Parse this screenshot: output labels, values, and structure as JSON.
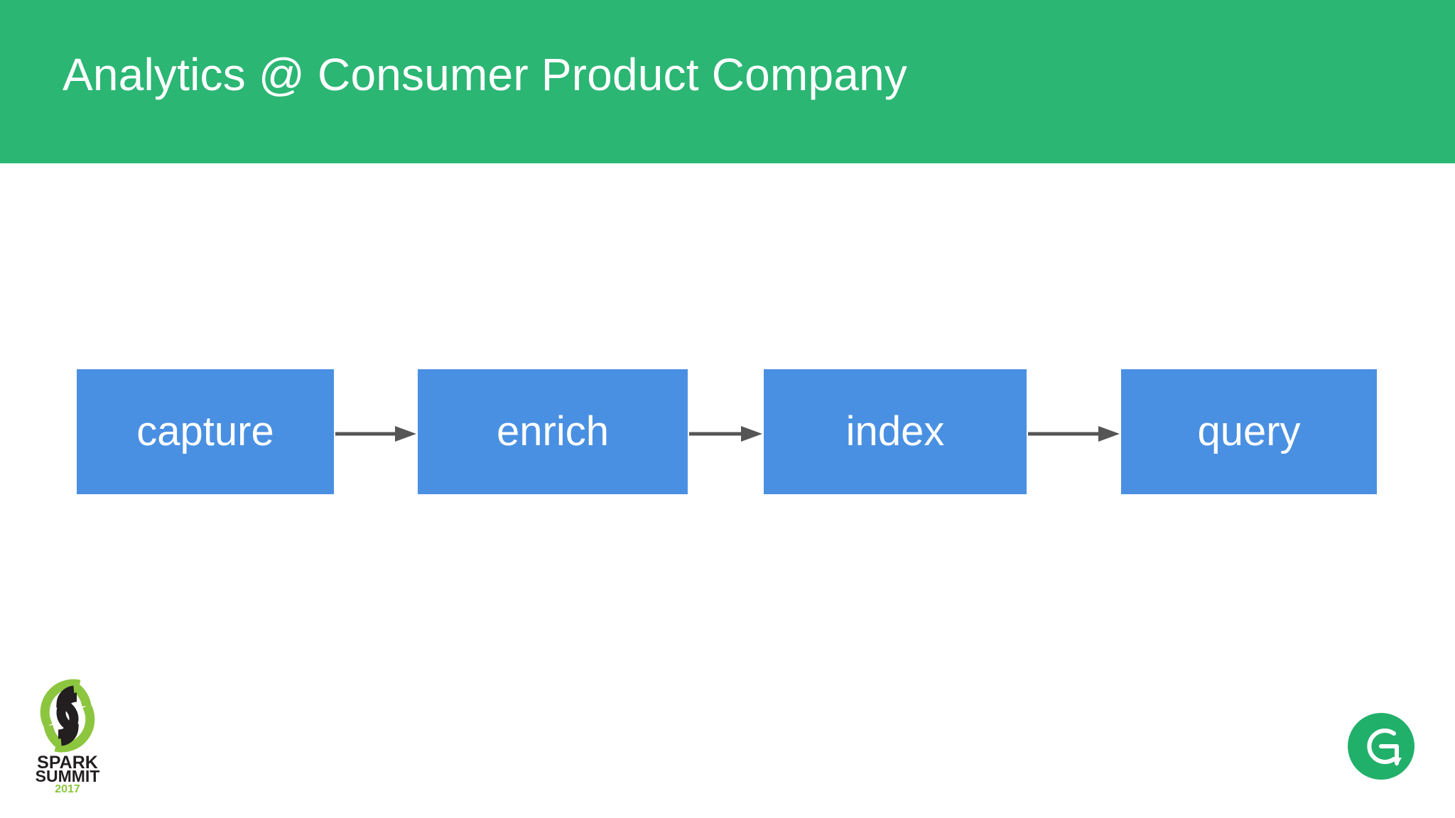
{
  "slide": {
    "title": "Analytics @ Consumer Product Company",
    "background_color": "#ffffff",
    "banner_color": "#2bb673",
    "title_color": "#ffffff"
  },
  "diagram": {
    "type": "flow",
    "box_color": "#4a90e2",
    "box_label_color": "#ffffff",
    "arrow_color": "#555555",
    "steps": [
      {
        "label": "capture"
      },
      {
        "label": "enrich"
      },
      {
        "label": "index"
      },
      {
        "label": "query"
      }
    ],
    "connectors": [
      {
        "from": "capture",
        "to": "enrich",
        "glyph": "arrow-right-icon"
      },
      {
        "from": "enrich",
        "to": "index",
        "glyph": "arrow-right-icon"
      },
      {
        "from": "index",
        "to": "query",
        "glyph": "arrow-right-icon"
      }
    ]
  },
  "footer": {
    "spark_logo": {
      "name": "spark-summit-logo",
      "line1": "SPARK",
      "line2": "SUMMIT",
      "year": "2017",
      "mark_color": "#8cc63f",
      "text_color": "#231f20",
      "year_color": "#8cc63f"
    },
    "grammarly_logo": {
      "name": "grammarly-logo",
      "letter": "G",
      "circle_color": "#21b06a",
      "glyph_color": "#ffffff"
    }
  }
}
